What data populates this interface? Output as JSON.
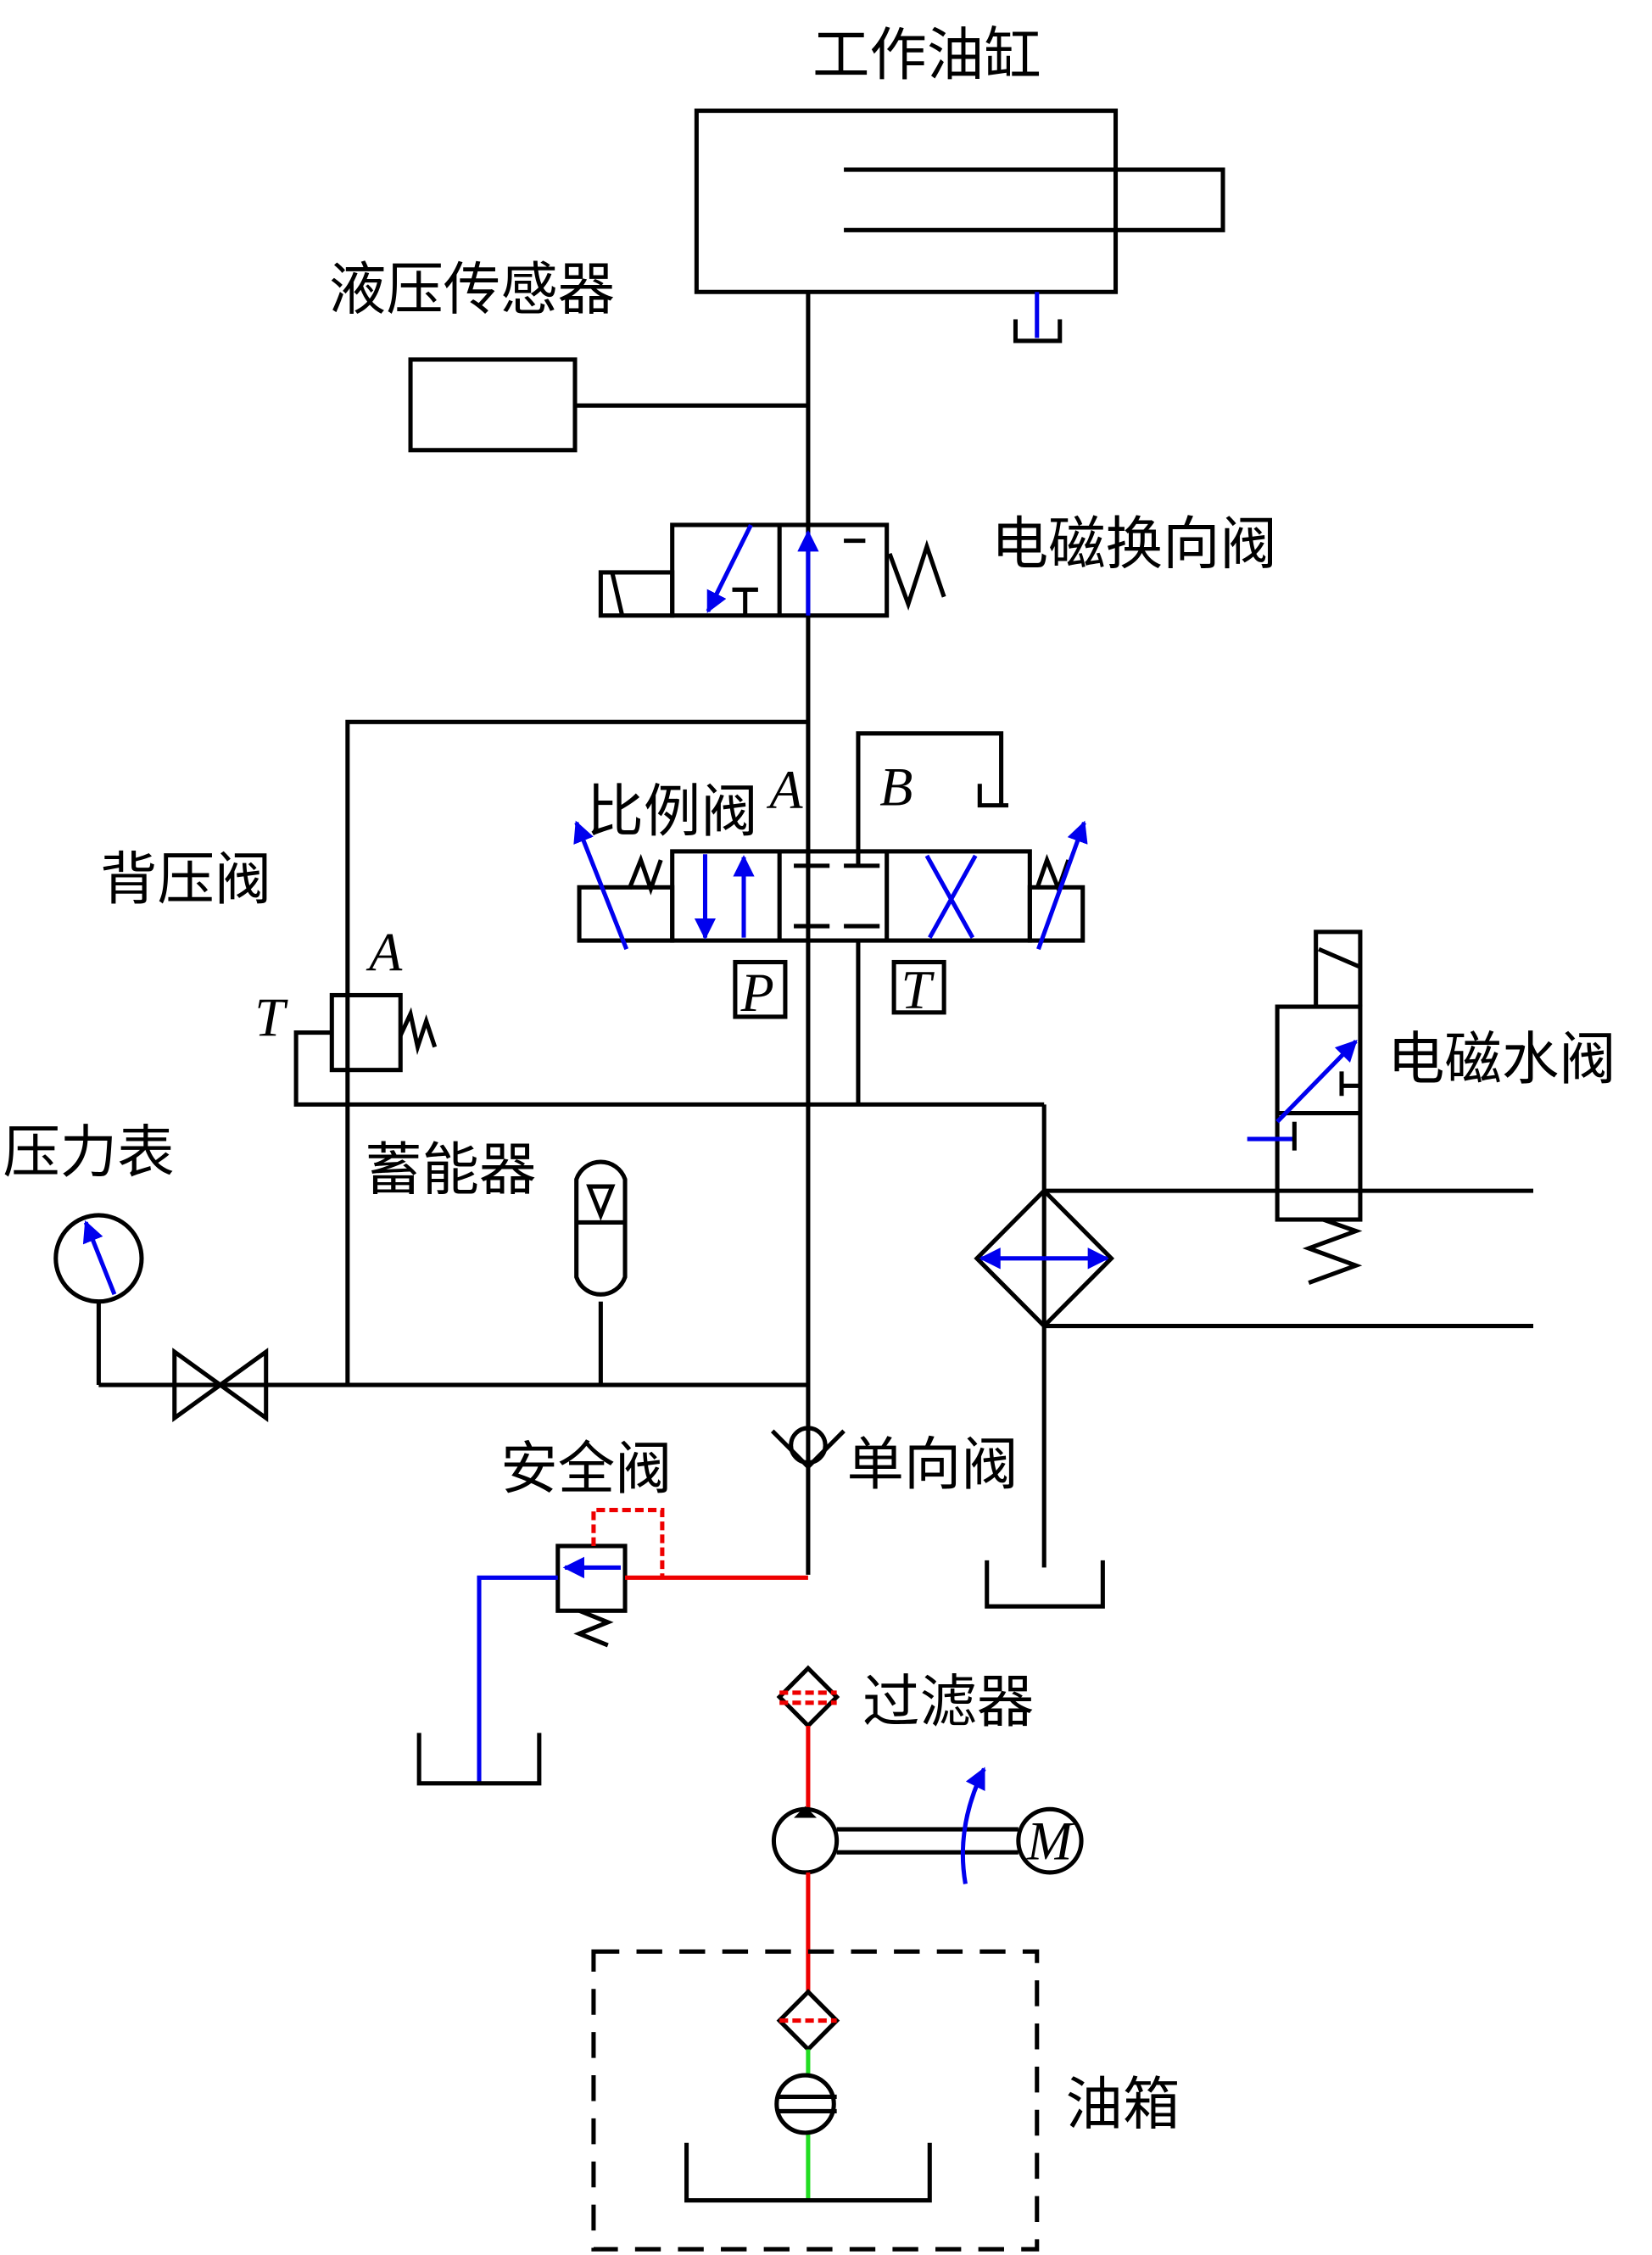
{
  "diagram": {
    "title": "Hydraulic system schematic",
    "colors": {
      "line": "#000000",
      "flow": "#0000ee",
      "pressure": "#ee0000",
      "suction": "#22dd22"
    },
    "labels": {
      "cylinder": "工作油缸",
      "sensor": "液压传感器",
      "solenoid_directional_valve": "电磁换向阀",
      "proportional_valve": "比例阀",
      "back_pressure_valve": "背压阀",
      "pressure_gauge": "压力表",
      "accumulator": "蓄能器",
      "solenoid_water_valve": "电磁水阀",
      "check_valve": "单向阀",
      "safety_valve": "安全阀",
      "filter": "过滤器",
      "oil_tank": "油箱"
    },
    "ports": {
      "prop_A": "A",
      "prop_B": "B",
      "prop_P": "P",
      "prop_T": "T",
      "bp_A": "A",
      "bp_T": "T",
      "motor": "M"
    }
  }
}
